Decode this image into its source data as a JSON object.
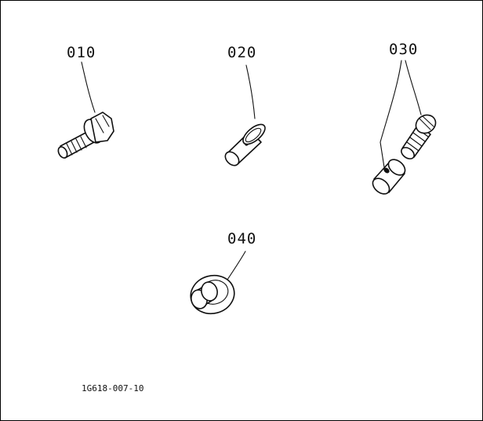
{
  "parts": [
    {
      "callout": "010",
      "icon": "flange-bolt-icon"
    },
    {
      "callout": "020",
      "icon": "pin-icon"
    },
    {
      "callout": "030",
      "icon": "screw-and-nut-icon"
    },
    {
      "callout": "040",
      "icon": "bushing-icon"
    }
  ],
  "drawing_code": "1G618-007-10",
  "colors": {
    "ink": "#111111",
    "paper": "#ffffff",
    "frame": "#000000"
  }
}
